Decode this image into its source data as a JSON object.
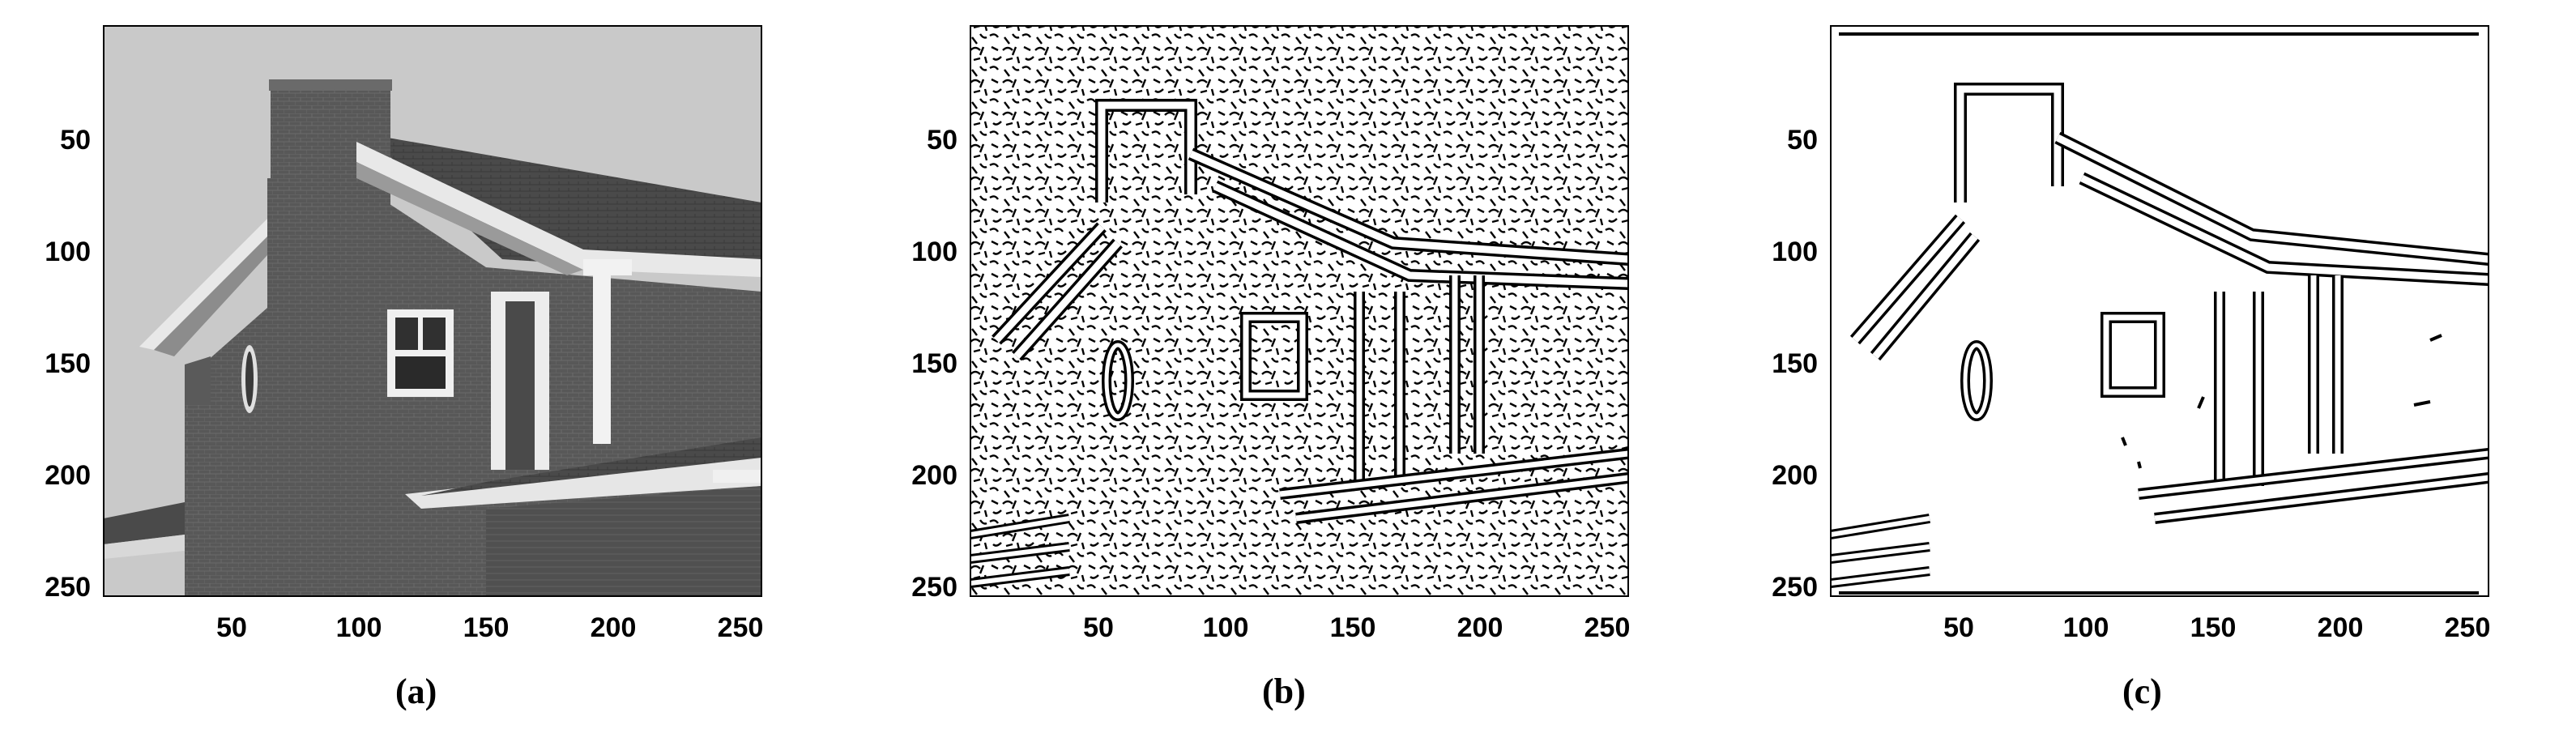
{
  "figure": {
    "axis": {
      "x_ticks": [
        "50",
        "100",
        "150",
        "200",
        "250"
      ],
      "y_ticks": [
        "50",
        "100",
        "150",
        "200",
        "250"
      ],
      "xlim": [
        0,
        256
      ],
      "ylim": [
        0,
        256
      ],
      "y_inverted": true
    },
    "panels": [
      {
        "id": "a",
        "caption": "(a)",
        "content": "house-photo"
      },
      {
        "id": "b",
        "caption": "(b)",
        "content": "dense-edge-map"
      },
      {
        "id": "c",
        "caption": "(c)",
        "content": "clean-edge-map"
      }
    ]
  }
}
